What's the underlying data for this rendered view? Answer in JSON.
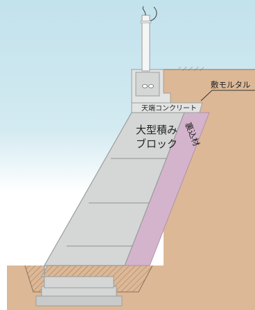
{
  "labels": {
    "block": "大型積み\nブロック",
    "coping": "天端コンクリート",
    "bedding_mortar": "敷モルタル",
    "backfill": "裏込材"
  },
  "colors": {
    "sky_top": "#c2e2ec",
    "sky_bottom": "#ffffff",
    "soil": "#ddb896",
    "soil_hatch": "#8a7058",
    "block": "#d4d7d6",
    "block_edge": "#9a9e9d",
    "backfill": "#d4b4cc",
    "concrete": "#e2e4e3",
    "pole": "#f4f5f5"
  }
}
